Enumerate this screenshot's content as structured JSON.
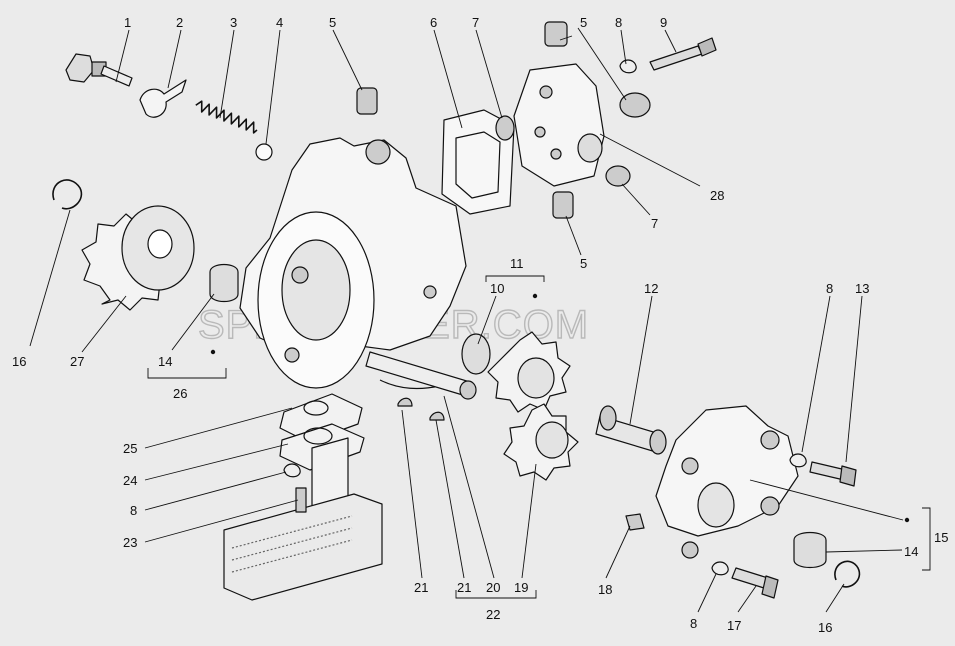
{
  "watermark": "SPECSERVER.COM",
  "callouts": [
    {
      "id": "c1",
      "label": "1"
    },
    {
      "id": "c2",
      "label": "2"
    },
    {
      "id": "c3",
      "label": "3"
    },
    {
      "id": "c4",
      "label": "4"
    },
    {
      "id": "c5a",
      "label": "5"
    },
    {
      "id": "c6",
      "label": "6"
    },
    {
      "id": "c7a",
      "label": "7"
    },
    {
      "id": "c5b",
      "label": "5"
    },
    {
      "id": "c8a",
      "label": "8"
    },
    {
      "id": "c9",
      "label": "9"
    },
    {
      "id": "c28",
      "label": "28"
    },
    {
      "id": "c7b",
      "label": "7"
    },
    {
      "id": "c5c",
      "label": "5"
    },
    {
      "id": "c16a",
      "label": "16"
    },
    {
      "id": "c27",
      "label": "27"
    },
    {
      "id": "c14a",
      "label": "14"
    },
    {
      "id": "c26",
      "label": "26"
    },
    {
      "id": "c11",
      "label": "11"
    },
    {
      "id": "c10",
      "label": "10"
    },
    {
      "id": "c12",
      "label": "12"
    },
    {
      "id": "c8b",
      "label": "8"
    },
    {
      "id": "c13",
      "label": "13"
    },
    {
      "id": "c25",
      "label": "25"
    },
    {
      "id": "c24",
      "label": "24"
    },
    {
      "id": "c8c",
      "label": "8"
    },
    {
      "id": "c23",
      "label": "23"
    },
    {
      "id": "c21a",
      "label": "21"
    },
    {
      "id": "c21b",
      "label": "21"
    },
    {
      "id": "c20",
      "label": "20"
    },
    {
      "id": "c19",
      "label": "19"
    },
    {
      "id": "c22",
      "label": "22"
    },
    {
      "id": "c18",
      "label": "18"
    },
    {
      "id": "c15",
      "label": "15"
    },
    {
      "id": "c14b",
      "label": "14"
    },
    {
      "id": "c8d",
      "label": "8"
    },
    {
      "id": "c17",
      "label": "17"
    },
    {
      "id": "c16b",
      "label": "16"
    }
  ]
}
